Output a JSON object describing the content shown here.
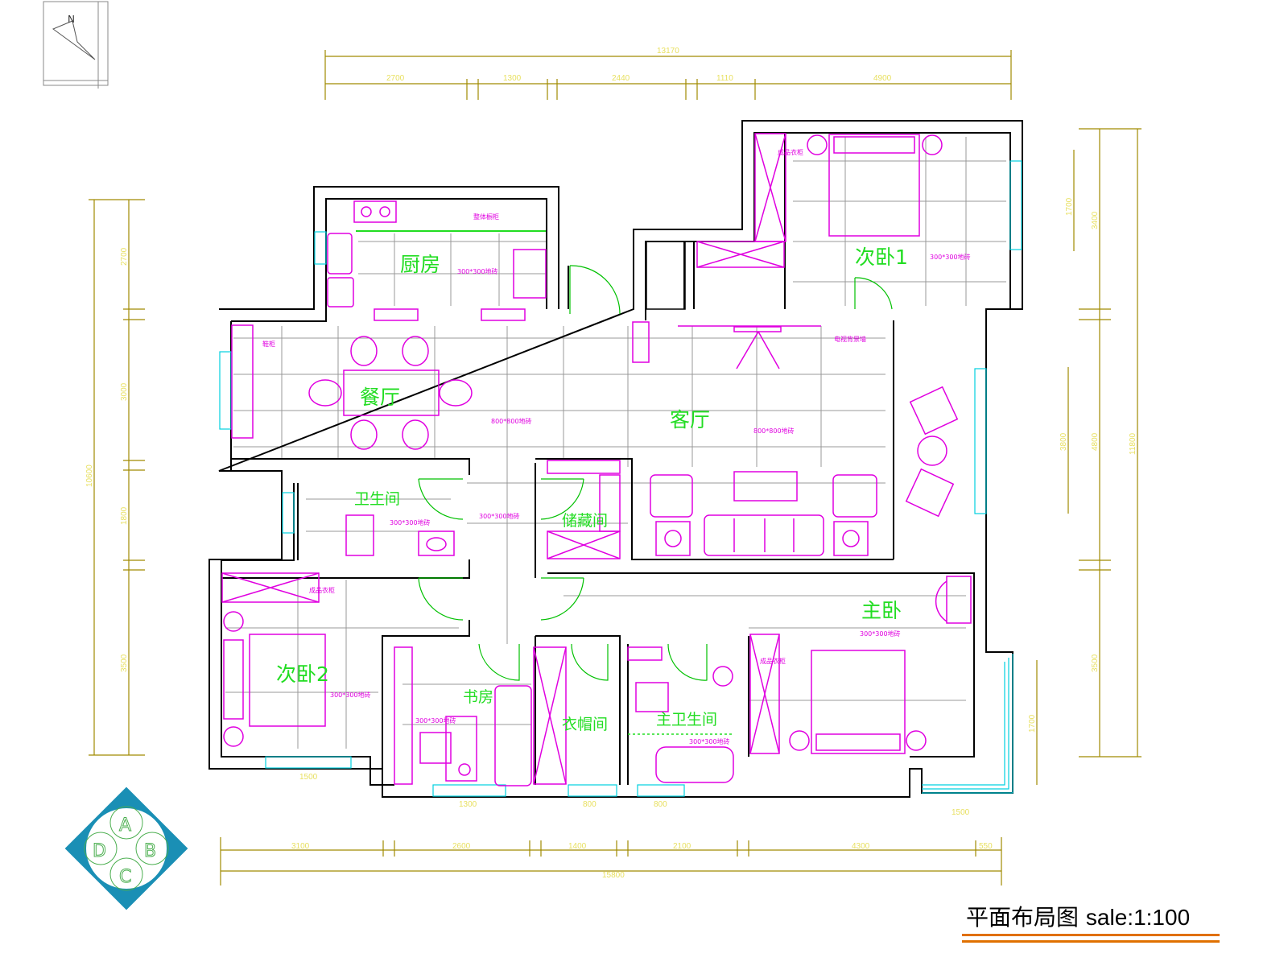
{
  "title": {
    "name": "平面布局图",
    "scale": "sale:1:100"
  },
  "compass": {
    "north_label": "N"
  },
  "logo": {
    "letters": [
      "A",
      "B",
      "C",
      "D"
    ],
    "color": "#1a8fb5"
  },
  "rooms": {
    "kitchen": "厨房",
    "dining": "餐厅",
    "living": "客厅",
    "bedroom1": "次卧1",
    "bathroom": "卫生间",
    "storage": "储藏间",
    "master_bedroom": "主卧",
    "bedroom2": "次卧2",
    "study": "书房",
    "cloakroom": "衣帽间",
    "master_bath": "主卫生间"
  },
  "notes": {
    "tile300": "300*300地砖",
    "tile800": "800*800地砖",
    "cabinet": "整体橱柜",
    "wardrobe": "成品衣柜",
    "shoe": "鞋柜",
    "tv": "电视背景墙"
  },
  "dimensions": {
    "top_total": "13170",
    "top": [
      "2700",
      "1300",
      "2440",
      "1110",
      "4900"
    ],
    "bottom_total": "15800",
    "bottom": [
      "3100",
      "2600",
      "1400",
      "2100",
      "4300",
      "550"
    ],
    "bottom_windows": [
      "1500",
      "1300",
      "800",
      "800",
      "1500"
    ],
    "left_total": "10600",
    "left": [
      "2700",
      "3000",
      "1800",
      "3500"
    ],
    "right_total": "11800",
    "right": [
      "3400",
      "4800",
      "3500"
    ],
    "right_inner": [
      "1700",
      "3800",
      "1700"
    ]
  },
  "colors": {
    "wall": "#000000",
    "furniture": "#e000e0",
    "label": "#22dd22",
    "dimension": "#a08a00",
    "window": "#00d0e0",
    "title_rule": "#e07000"
  }
}
